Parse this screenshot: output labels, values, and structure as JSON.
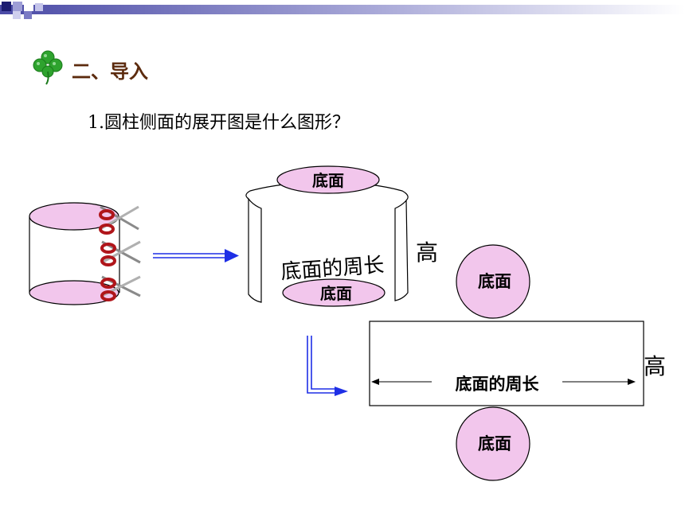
{
  "heading": "二、导入",
  "question": "1.圆柱侧面的展开图是什么图形？",
  "labels": {
    "base_top": "底面",
    "base_bottom": "底面",
    "curved_circumference": "底面的周长",
    "height_curved": "高",
    "circle_top": "底面",
    "rect_circumference": "底面的周长",
    "height_rect": "高",
    "circle_bottom": "底面"
  },
  "colors": {
    "base_fill": "#f2c6ec",
    "arrow_blue": "#1e2fe6",
    "clover_green": "#2ea32e",
    "heading_brown": "#5c2b0e"
  },
  "icons": [
    "clover-icon",
    "scissors-icon"
  ]
}
